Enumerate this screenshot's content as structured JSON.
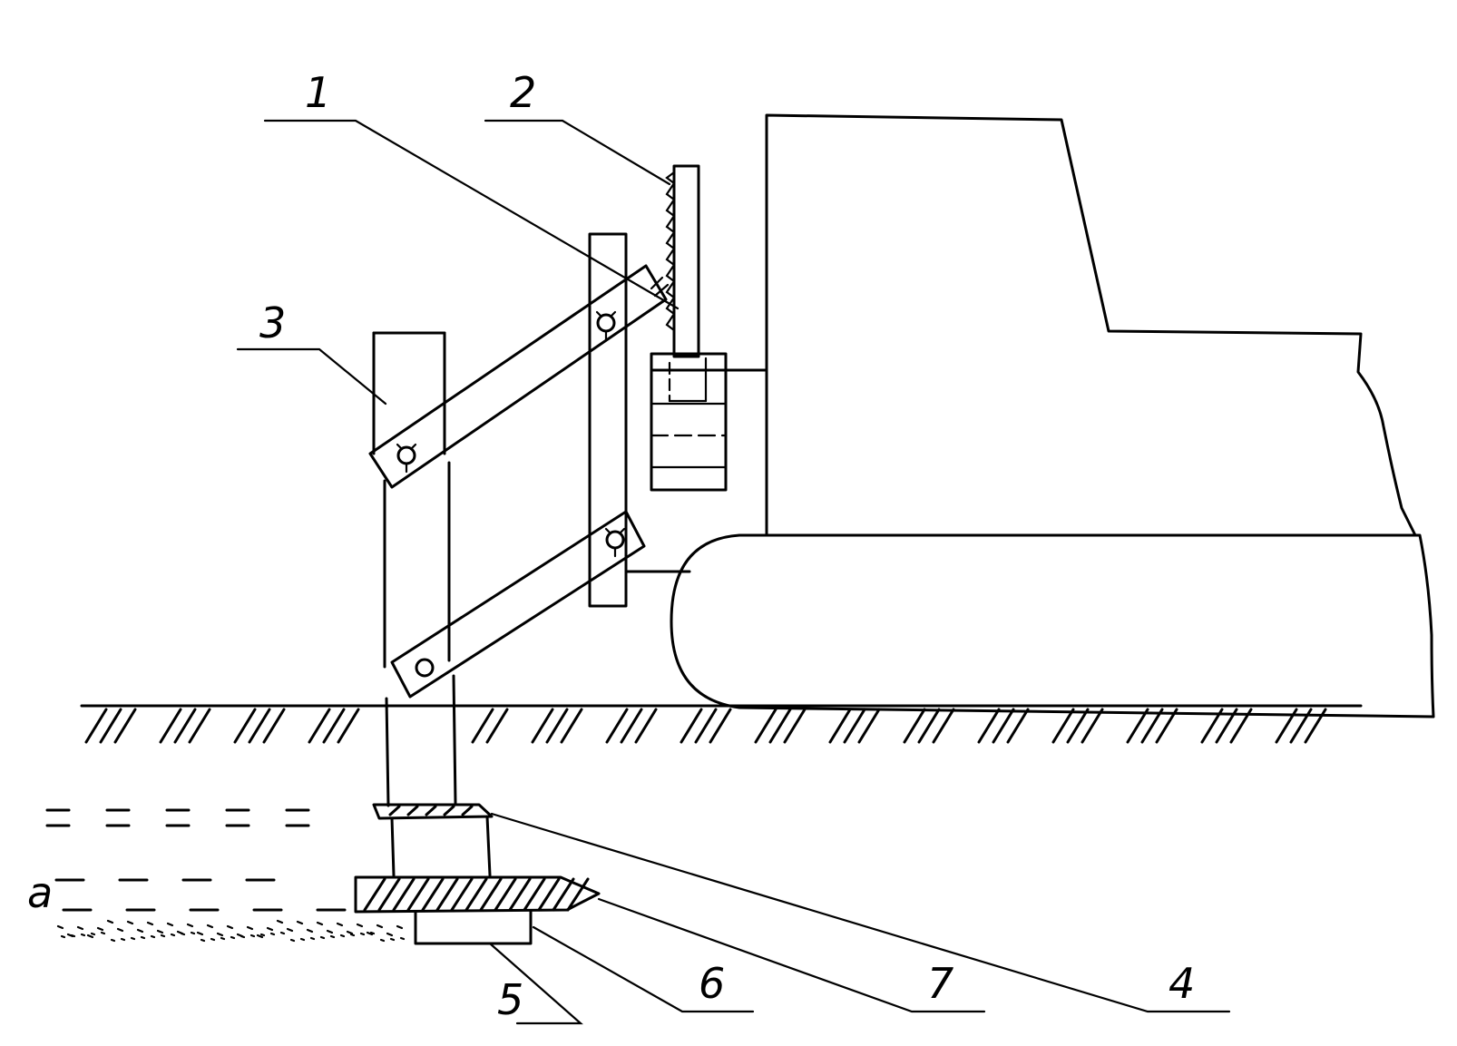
{
  "diagram": {
    "labels": {
      "beam": "1",
      "rack": "2",
      "post": "3",
      "upper_knife": "4",
      "sole": "5",
      "depth_skid": "6",
      "main_knife": "7",
      "layer": "а"
    }
  }
}
